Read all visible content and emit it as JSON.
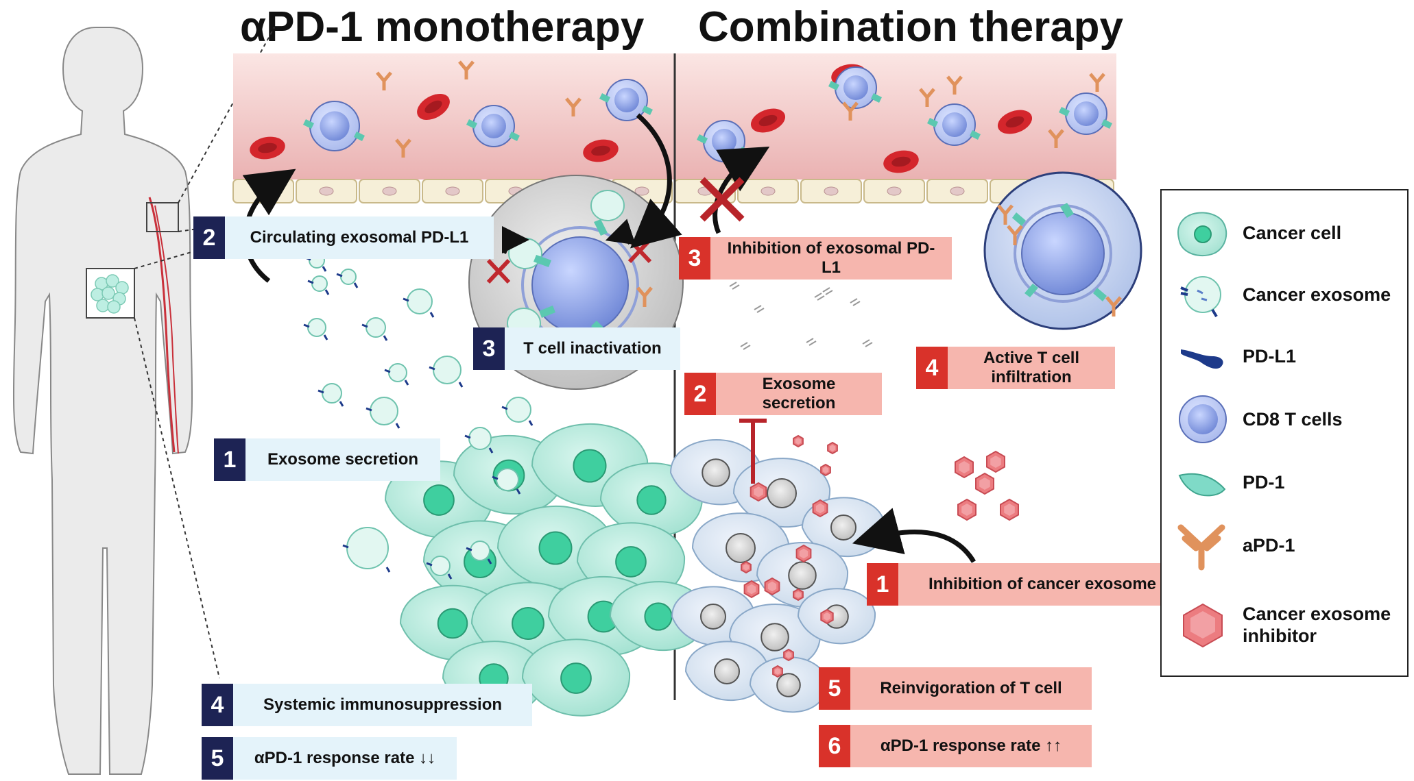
{
  "titles": {
    "left": "αPD-1 monotherapy",
    "right": "Combination therapy"
  },
  "left_steps": {
    "s1": {
      "num": "1",
      "label": "Exosome secretion"
    },
    "s2": {
      "num": "2",
      "label": "Circulating exosomal PD-L1"
    },
    "s3": {
      "num": "3",
      "label": "T cell inactivation"
    },
    "s4": {
      "num": "4",
      "label": "Systemic immunosuppression"
    },
    "s5": {
      "num": "5",
      "label": "αPD-1 response rate ↓↓"
    }
  },
  "right_steps": {
    "s1": {
      "num": "1",
      "label": "Inhibition of cancer exosome"
    },
    "s2": {
      "num": "2",
      "label": "Exosome secretion"
    },
    "s3": {
      "num": "3",
      "label": "Inhibition of exosomal PD-L1"
    },
    "s4": {
      "num": "4",
      "label_line1": "Active T cell",
      "label_line2": "infiltration"
    },
    "s5": {
      "num": "5",
      "label": "Reinvigoration of T cell"
    },
    "s6": {
      "num": "6",
      "label": "αPD-1 response rate ↑↑"
    }
  },
  "legend": {
    "items": [
      {
        "label": "Cancer cell",
        "icon": "cancer-cell-icon"
      },
      {
        "label": "Cancer exosome",
        "icon": "cancer-exosome-icon"
      },
      {
        "label": "PD-L1",
        "icon": "pd-l1-icon"
      },
      {
        "label": "CD8 T cells",
        "icon": "cd8-t-cell-icon"
      },
      {
        "label": "PD-1",
        "icon": "pd-1-icon"
      },
      {
        "label": "aPD-1",
        "icon": "apd-1-antibody-icon"
      },
      {
        "label_line1": "Cancer exosome",
        "label_line2": "inhibitor",
        "icon": "exosome-inhibitor-icon"
      }
    ]
  },
  "colors": {
    "left_badge": "#1d2354",
    "left_label_bg": "#e4f3fa",
    "right_badge": "#d9322a",
    "right_label_bg": "#f6b6ae",
    "cancer_cell": "#a8e6d6",
    "t_cell": "#8fa6e6",
    "inhibitor": "#e8707a",
    "vessel": "#f2c2c2"
  }
}
